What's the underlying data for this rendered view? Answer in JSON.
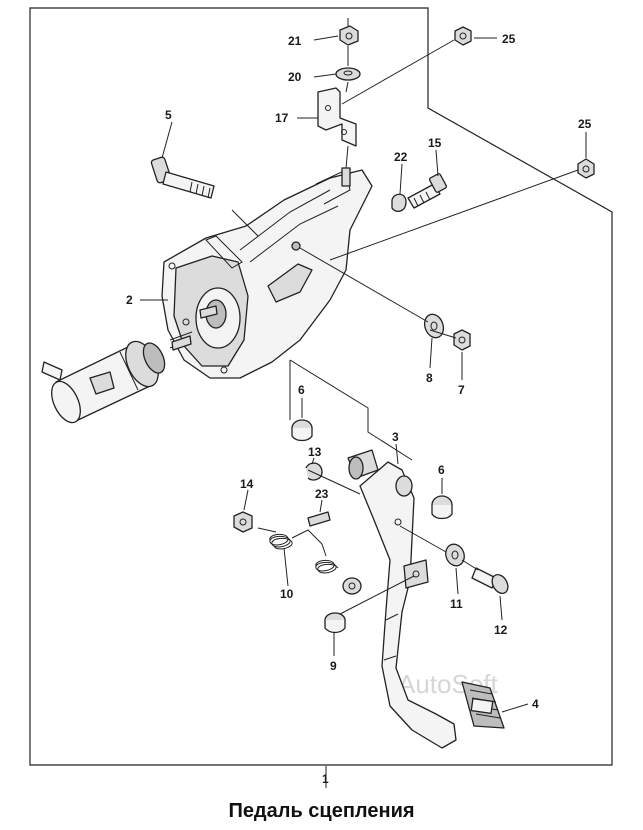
{
  "caption": "Педаль сцепления",
  "watermark": "AutoSoft",
  "labels": {
    "p1": "1",
    "p2": "2",
    "p3": "3",
    "p4": "4",
    "p5": "5",
    "p6a": "6",
    "p6b": "6",
    "p7": "7",
    "p8": "8",
    "p9": "9",
    "p10": "10",
    "p11": "11",
    "p12": "12",
    "p13": "13",
    "p14": "14",
    "p15": "15",
    "p17": "17",
    "p20": "20",
    "p21": "21",
    "p22": "22",
    "p23": "23",
    "p25a": "25",
    "p25b": "25"
  }
}
